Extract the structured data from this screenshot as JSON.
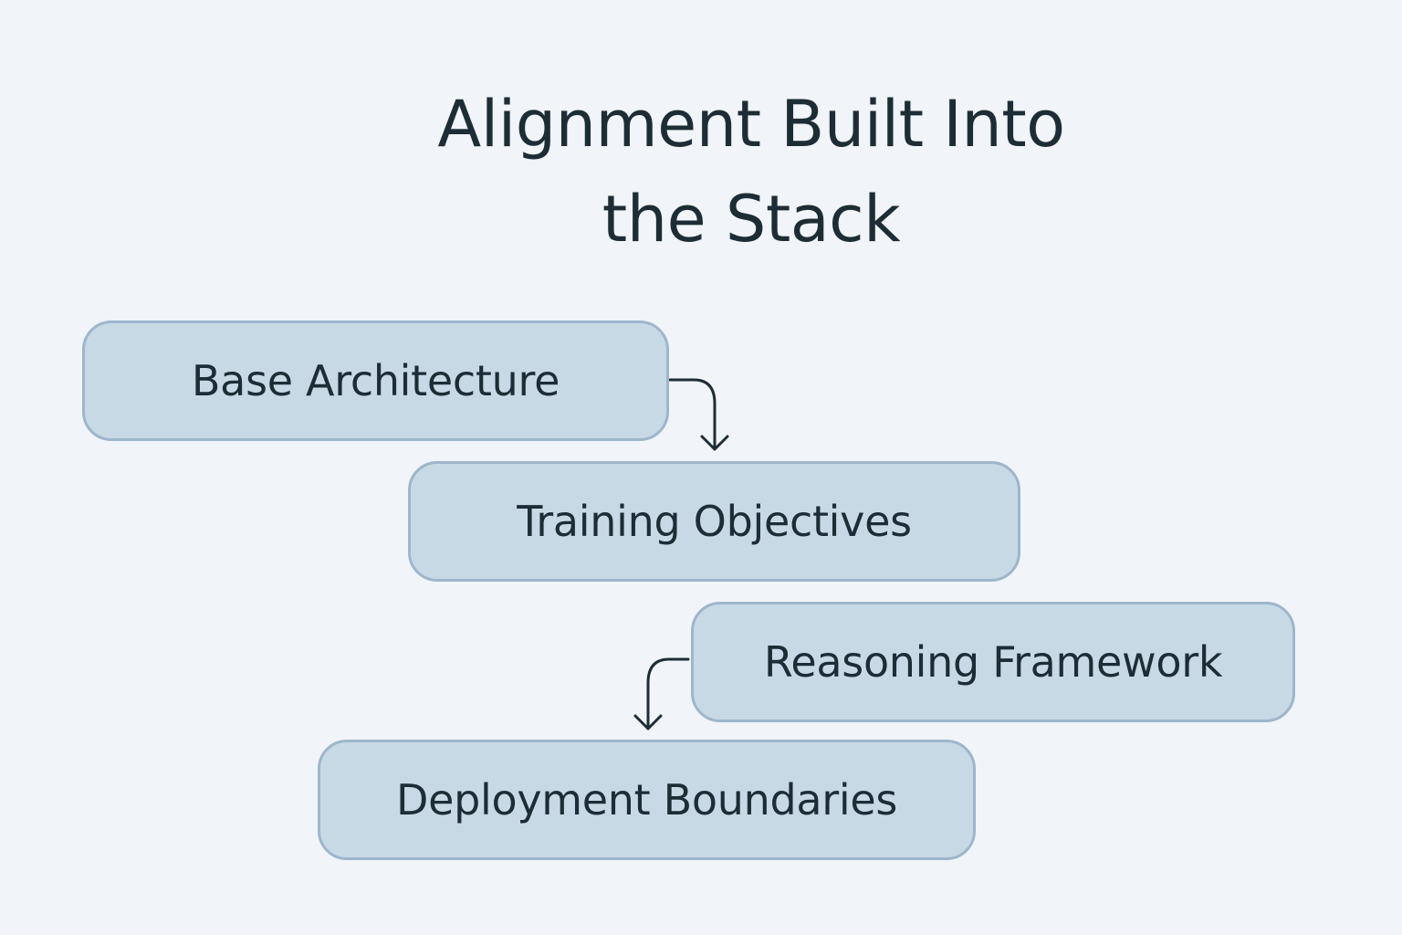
{
  "colors": {
    "background": "#f1f4f8",
    "box_fill": "#c8d9e6",
    "box_border": "#9db6cc",
    "text": "#1d2d36",
    "connector": "#1d2d36"
  },
  "diagram": {
    "title_lines": [
      "Alignment Built Into",
      "the Stack"
    ],
    "layers": [
      {
        "label": "Base Architecture"
      },
      {
        "label": "Training Objectives"
      },
      {
        "label": "Reasoning Framework"
      },
      {
        "label": "Deployment Boundaries"
      }
    ],
    "connectors": [
      {
        "from": "Base Architecture",
        "to": "Training Objectives"
      },
      {
        "from": "Reasoning Framework",
        "to": "Deployment Boundaries"
      }
    ]
  }
}
